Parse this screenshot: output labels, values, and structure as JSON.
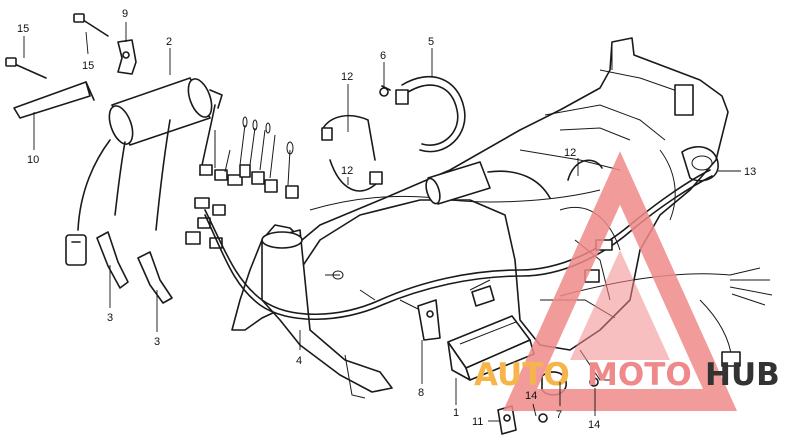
{
  "diagram": {
    "callouts": [
      {
        "id": "c15a",
        "text": "15"
      },
      {
        "id": "c15b",
        "text": "15"
      },
      {
        "id": "c9",
        "text": "9"
      },
      {
        "id": "c2",
        "text": "2"
      },
      {
        "id": "c10",
        "text": "10"
      },
      {
        "id": "c3a",
        "text": "3"
      },
      {
        "id": "c3b",
        "text": "3"
      },
      {
        "id": "c12a",
        "text": "12"
      },
      {
        "id": "c12b",
        "text": "12"
      },
      {
        "id": "c6",
        "text": "6"
      },
      {
        "id": "c5",
        "text": "5"
      },
      {
        "id": "c12c",
        "text": "12"
      },
      {
        "id": "c13",
        "text": "13"
      },
      {
        "id": "c4",
        "text": "4"
      },
      {
        "id": "c8",
        "text": "8"
      },
      {
        "id": "c1",
        "text": "1"
      },
      {
        "id": "c11",
        "text": "11"
      },
      {
        "id": "c14a",
        "text": "14"
      },
      {
        "id": "c14b",
        "text": "14"
      },
      {
        "id": "c7",
        "text": "7"
      }
    ]
  },
  "watermark": {
    "part1": "AUTO",
    "part2": "MOTO",
    "part3": "HUB",
    "color_main": "#f08a8a",
    "color_accent": "#f6b54a",
    "color_dark": "#333333"
  }
}
